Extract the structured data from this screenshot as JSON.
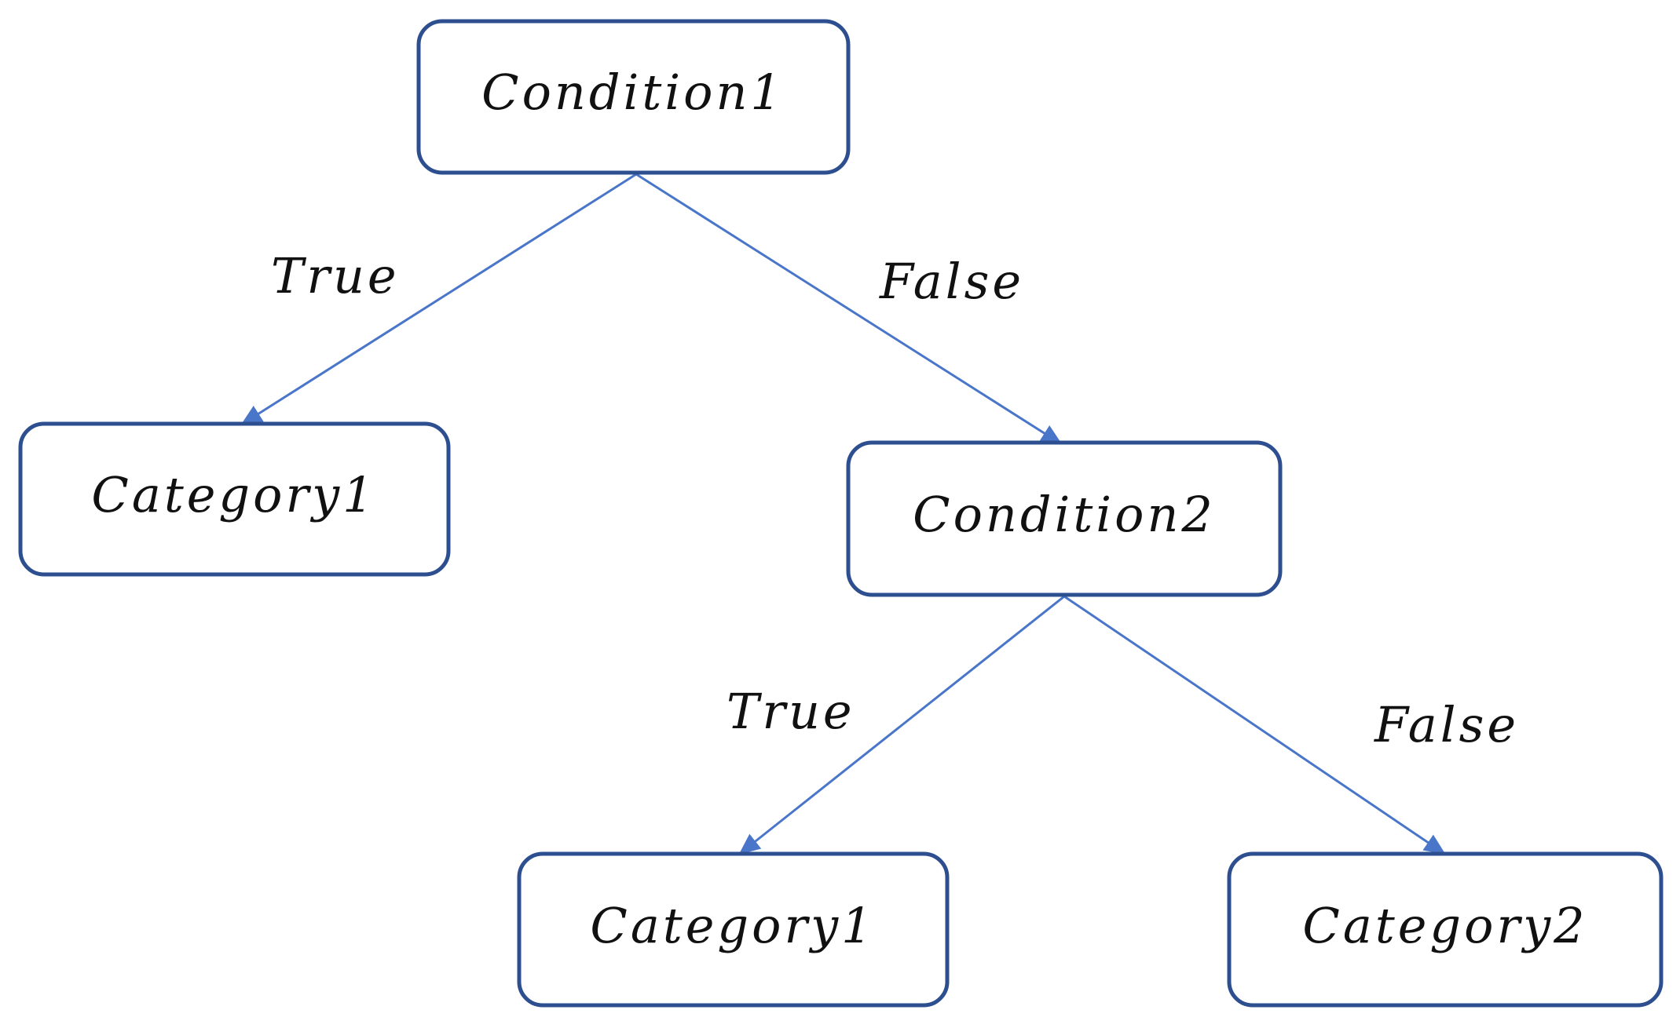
{
  "nodes": {
    "condition1": {
      "label": "Condition1"
    },
    "category1_left": {
      "label": "Category1"
    },
    "condition2": {
      "label": "Condition2"
    },
    "category1_bottom": {
      "label": "Category1"
    },
    "category2": {
      "label": "Category2"
    }
  },
  "edges": {
    "cond1_true": {
      "label": "True"
    },
    "cond1_false": {
      "label": "False"
    },
    "cond2_true": {
      "label": "True"
    },
    "cond2_false": {
      "label": "False"
    }
  },
  "colors": {
    "node_border": "#2e4f8f",
    "edge_line": "#4a76c9",
    "text": "#111111"
  }
}
